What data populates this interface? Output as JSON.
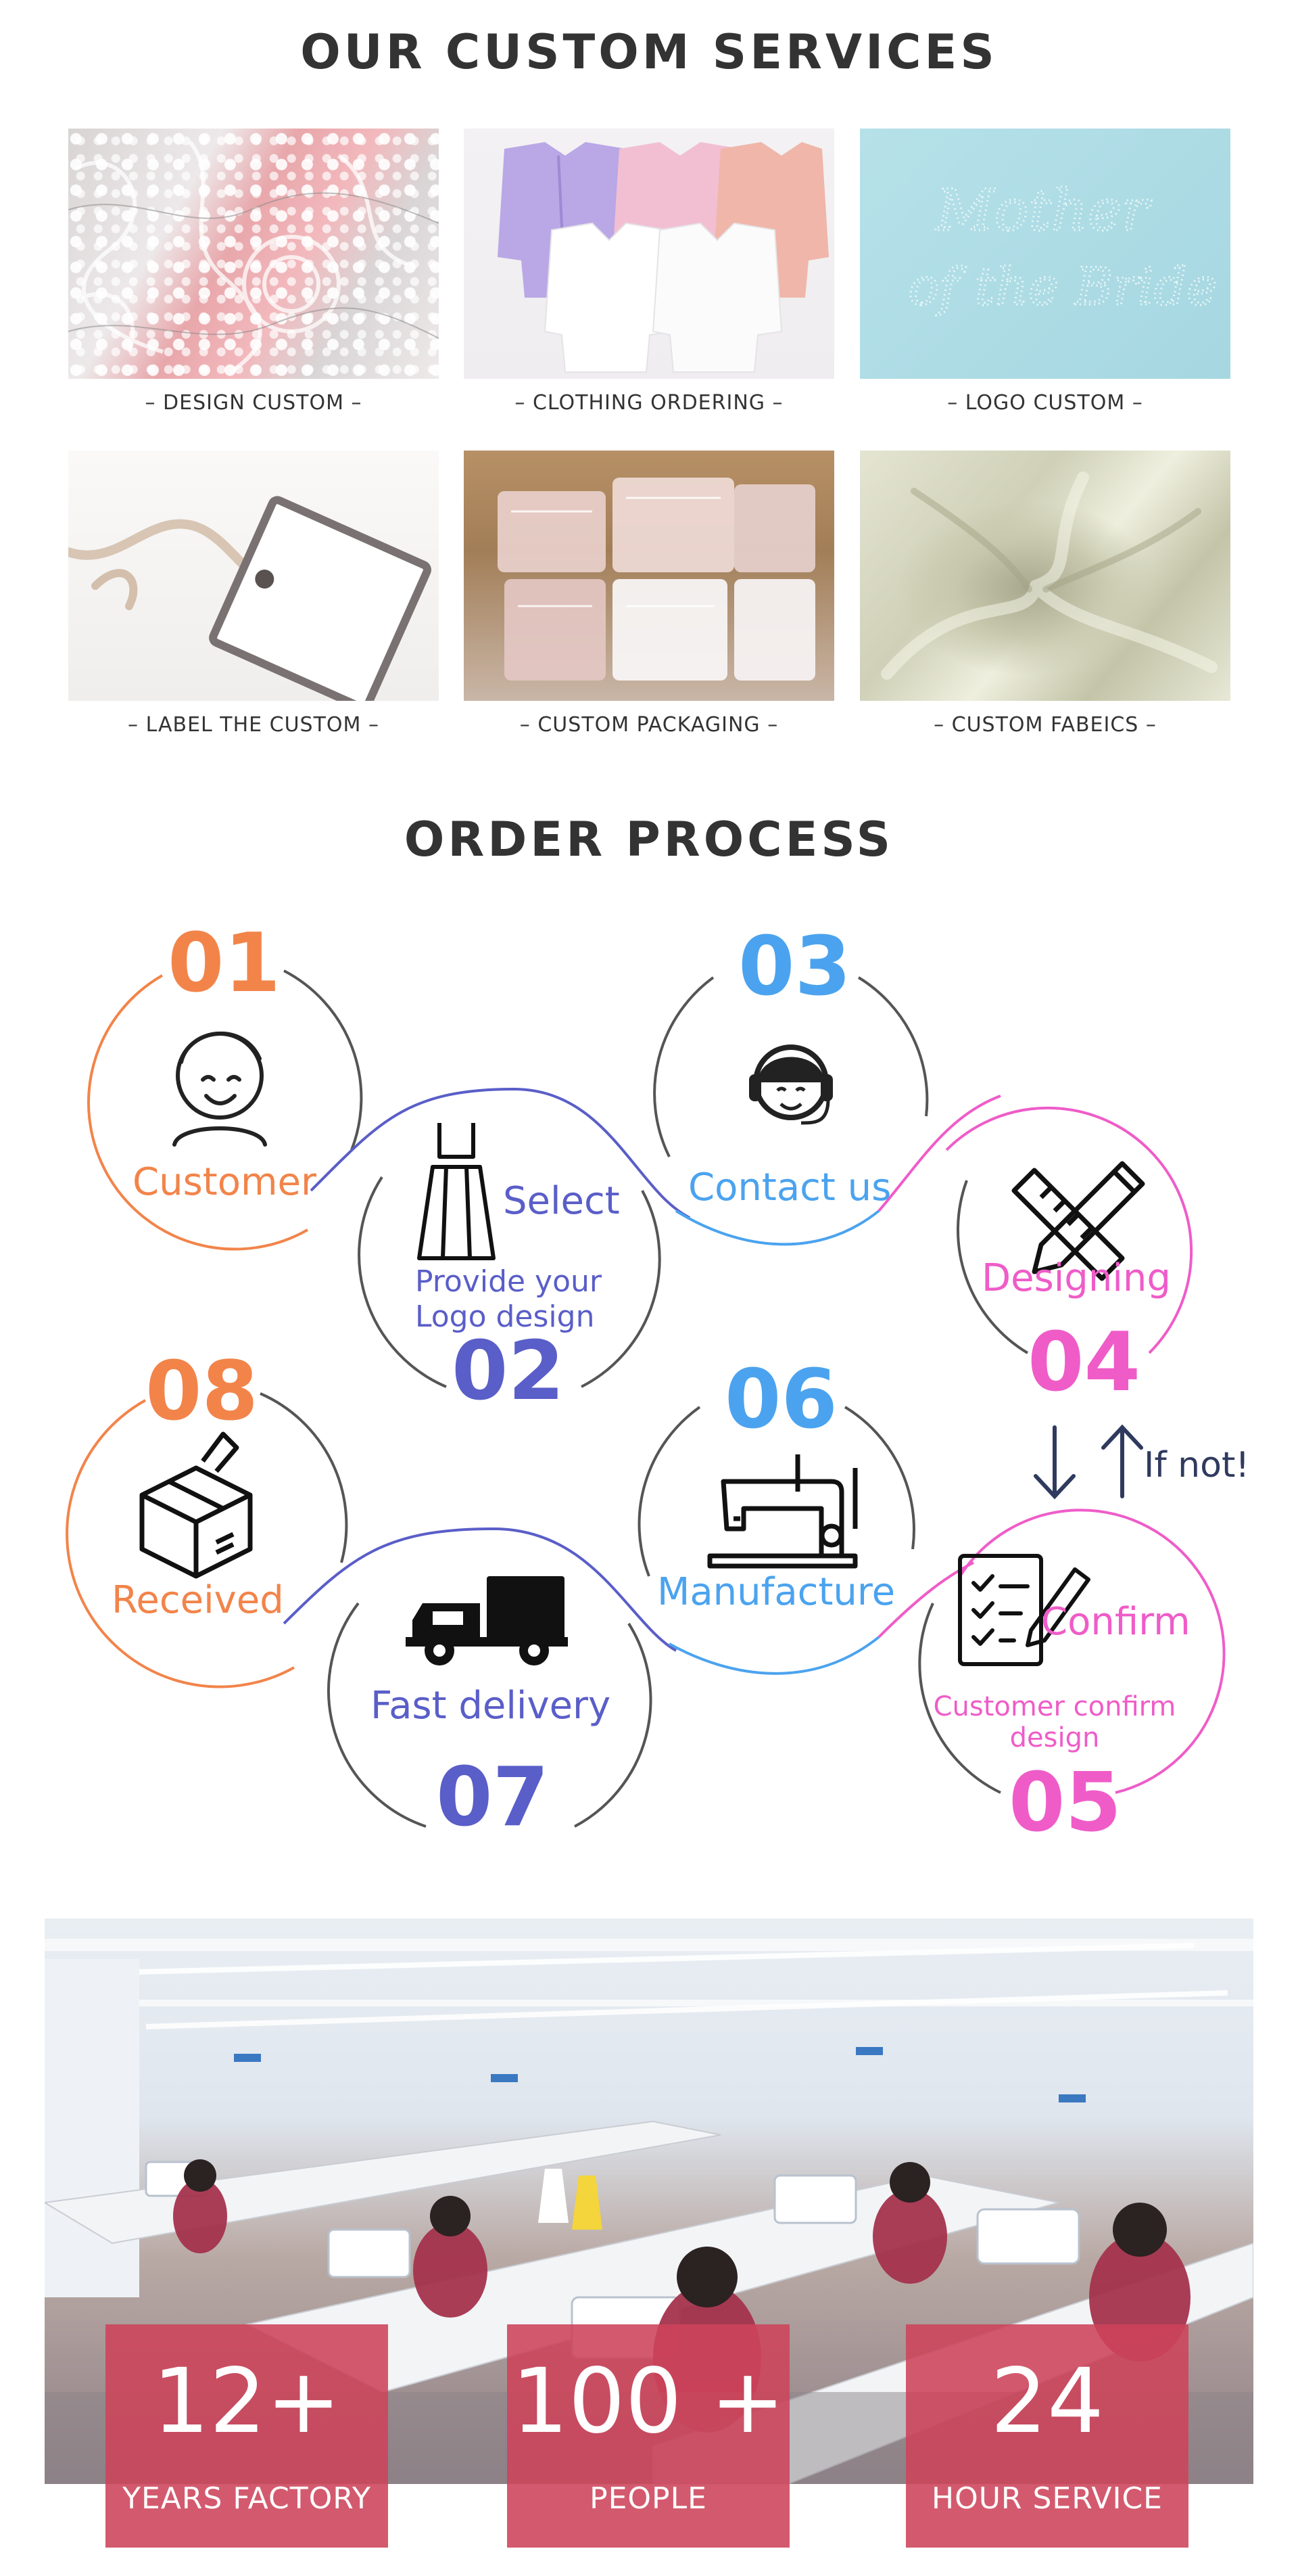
{
  "services": {
    "title": "OUR CUSTOM SERVICES",
    "items": [
      {
        "caption": "– DESIGN CUSTOM –"
      },
      {
        "caption": "– CLOTHING ORDERING –"
      },
      {
        "caption": "– LOGO CUSTOM –"
      },
      {
        "caption": "– LABEL THE CUSTOM –"
      },
      {
        "caption": "– CUSTOM PACKAGING –"
      },
      {
        "caption": "– CUSTOM FABEICS –"
      }
    ],
    "logo_text_line1": "Mother",
    "logo_text_line2": "of the Bride"
  },
  "process": {
    "title": "ORDER PROCESS",
    "steps": [
      {
        "num": "01",
        "label": "Customer",
        "color": "#f2844a"
      },
      {
        "num": "02",
        "label": "Select",
        "sub1": "Provide your",
        "sub2": "Logo design",
        "color": "#5a5ec8"
      },
      {
        "num": "03",
        "label": "Contact us",
        "color": "#4ba3ef"
      },
      {
        "num": "04",
        "label": "Designing",
        "color": "#ef5cc8"
      },
      {
        "num": "05",
        "label": "Confirm",
        "sub1": "Customer confirm",
        "sub2": "design",
        "color": "#ef5cc8"
      },
      {
        "num": "06",
        "label": "Manufacture",
        "color": "#4ba3ef"
      },
      {
        "num": "07",
        "label": "Fast delivery",
        "color": "#5a5ec8"
      },
      {
        "num": "08",
        "label": "Received",
        "color": "#f2844a"
      }
    ],
    "if_not": "If not!"
  },
  "stats": [
    {
      "value": "12+",
      "label": "YEARS FACTORY"
    },
    {
      "value": "100 +",
      "label": "PEOPLE"
    },
    {
      "value": "24",
      "label": "HOUR SERVICE"
    }
  ],
  "colors": {
    "orange": "#f2844a",
    "indigo": "#5a5ec8",
    "blue": "#4ba3ef",
    "pink": "#ef5cc8",
    "stat_bg": "#cd435a"
  }
}
